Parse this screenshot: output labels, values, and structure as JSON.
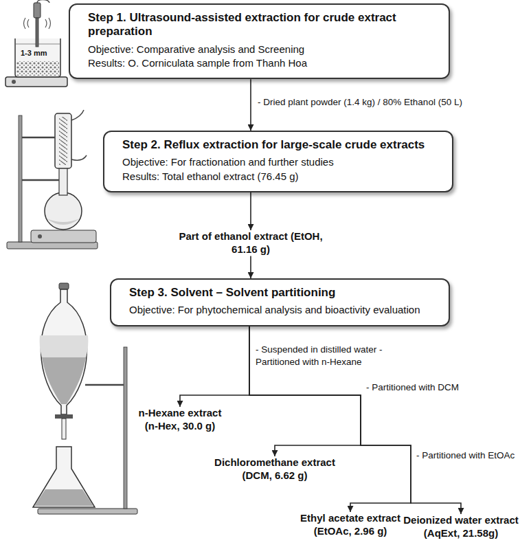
{
  "diagram": {
    "nodes": [
      {
        "text": [
          "Step 1. Ultrasound-assisted extraction for crude extract preparation",
          "Objective: Comparative analysis and Screening",
          "Results: O. Corniculata sample from Thanh Hoa"
        ]
      },
      {
        "text": [
          "Step 2. Reflux extraction for large-scale crude extracts",
          "Objective: For fractionation and further studies",
          "Results: Total ethanol extract (76.45 g)"
        ]
      },
      {
        "text": [
          "Part of ethanol extract (EtOH, 61.16 g)"
        ]
      },
      {
        "text": [
          "Step 3. Solvent – Solvent partitioning",
          "Objective: For phytochemical analysis and bioactivity evaluation"
        ]
      },
      {
        "text": [
          "n-Hexane extract (n-Hex, 30.0 g)"
        ]
      },
      {
        "text": [
          "Dichloromethane extract (DCM, 6.62 g)"
        ]
      },
      {
        "text": [
          "Ethyl acetate extract (EtOAc, 2.96 g)"
        ]
      },
      {
        "text": [
          "Deionized water extract (AqExt, 21.58g)"
        ]
      }
    ],
    "edges": [
      {
        "from": 0,
        "to": 1,
        "arrow": "to",
        "label": "- Dried plant powder (1.4 kg) / 80% Ethanol (50 L)"
      },
      {
        "from": 1,
        "to": 2,
        "arrow": "to"
      },
      {
        "from": 2,
        "to": 3,
        "arrow": "to"
      },
      {
        "from": 3,
        "to": 4,
        "arrow": "to",
        "label": "- Suspended in distilled water - Partitioned with n-Hexane"
      },
      {
        "from": 3,
        "to": 5,
        "arrow": "to",
        "label": "- Partitioned with DCM"
      },
      {
        "from": 3,
        "to": 6,
        "arrow": "to",
        "label": "- Partitioned with EtOAc"
      },
      {
        "from": 3,
        "to": 7,
        "arrow": "to"
      }
    ],
    "labels": [
      "1-3 mm"
    ]
  }
}
